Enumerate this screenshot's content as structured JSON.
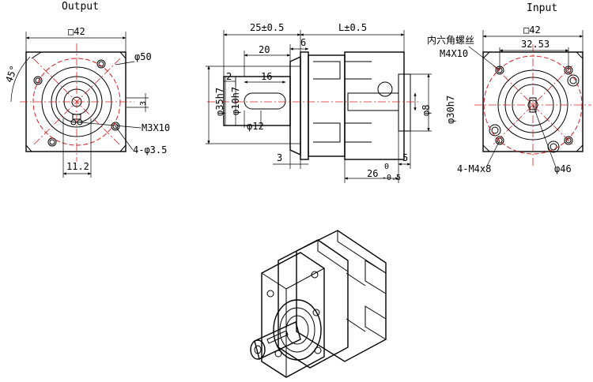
{
  "views": {
    "output": {
      "title": "Output",
      "square": "□42",
      "angle": "45°",
      "pcd": "φ50",
      "key_height": "3",
      "thread": "M3X10",
      "holes": "4-φ3.5",
      "key_dim": "11.2"
    },
    "side": {
      "shaft_length": "25±0.5",
      "body_length": "L±0.5",
      "key_length": "20",
      "flange_thick": "6",
      "key_offset": "2",
      "key_slot": "16",
      "pilot_dia": "φ35h7",
      "shaft_dia": "φ10h7",
      "collar_dia": "φ12",
      "input_bore": "φ8",
      "input_pilot": "φ30h7",
      "step": "3",
      "input_depth": "26",
      "input_depth_tol_upper": "0",
      "input_depth_tol_lower": "-0.5",
      "input_pilot_depth": "5"
    },
    "input": {
      "title": "Input",
      "square": "□42",
      "spacing": "32.53",
      "hex_screw": "内六角螺丝",
      "hex_screw_size": "M4X10",
      "threads": "4-M4x8",
      "pilot_dia": "φ46"
    }
  }
}
